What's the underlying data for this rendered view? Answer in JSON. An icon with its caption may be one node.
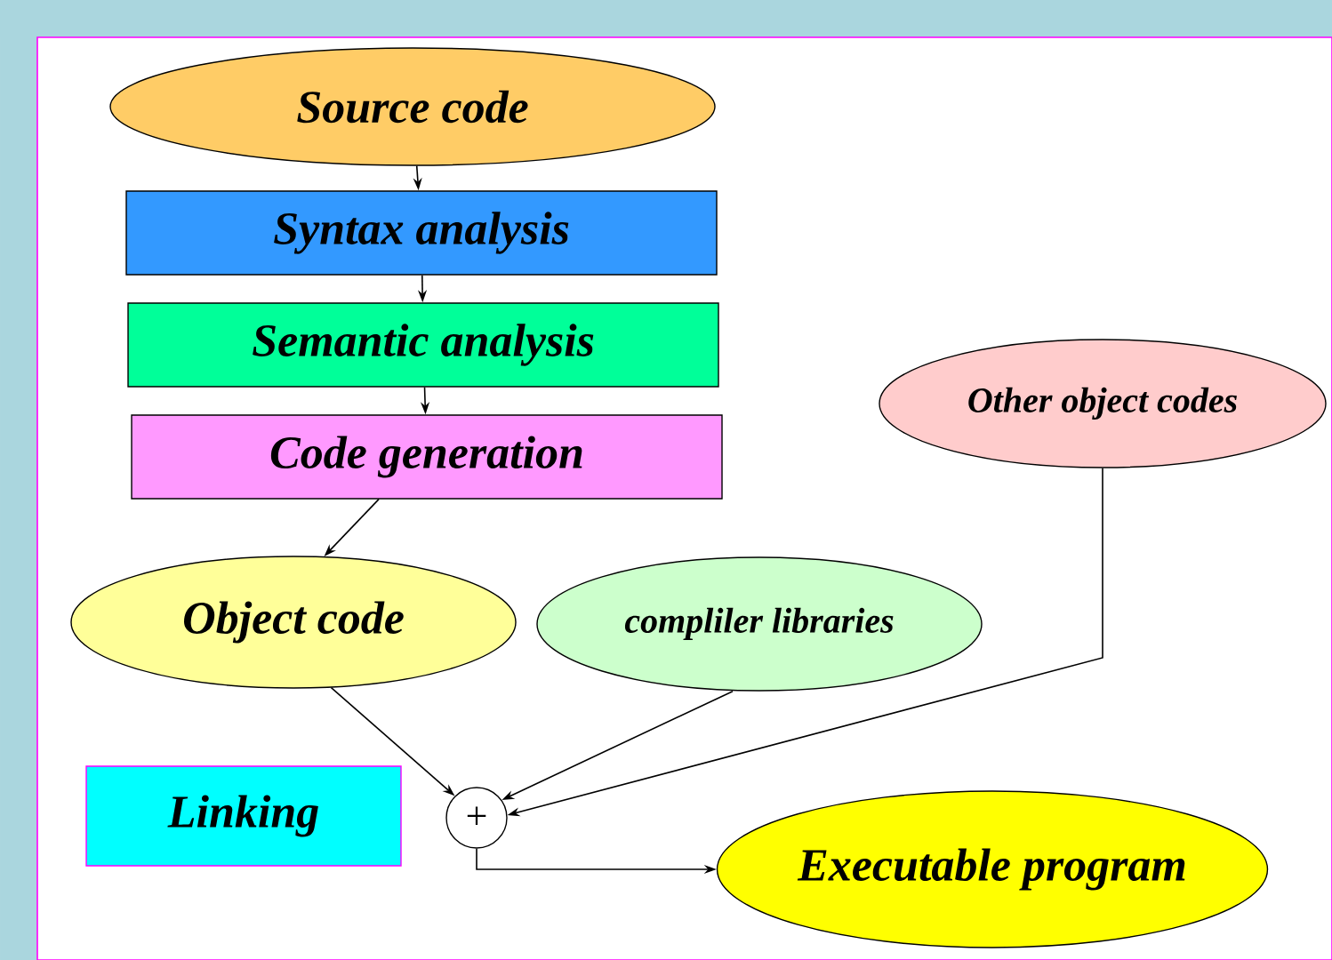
{
  "diagram": {
    "nodes": [
      {
        "text": [
          "Source code"
        ]
      },
      {
        "text": [
          "Syntax analysis"
        ]
      },
      {
        "text": [
          "Semantic analysis"
        ]
      },
      {
        "text": [
          "Code generation"
        ]
      },
      {
        "text": [
          "Other object codes"
        ]
      },
      {
        "text": [
          "Object code"
        ]
      },
      {
        "text": [
          "compliler libraries"
        ]
      },
      {
        "text": [
          "Linking"
        ]
      },
      {
        "text": [
          "+"
        ]
      },
      {
        "text": [
          "Executable program"
        ]
      }
    ],
    "edges": [
      {
        "from": 0,
        "to": 1,
        "arrow": "to"
      },
      {
        "from": 1,
        "to": 2,
        "arrow": "to"
      },
      {
        "from": 2,
        "to": 3,
        "arrow": "to"
      },
      {
        "from": 3,
        "to": 5,
        "arrow": "to"
      },
      {
        "from": 5,
        "to": 8,
        "arrow": "to"
      },
      {
        "from": 6,
        "to": 8,
        "arrow": "to"
      },
      {
        "from": 4,
        "to": 8,
        "arrow": "to"
      },
      {
        "from": 8,
        "to": 9,
        "arrow": "to"
      }
    ]
  }
}
